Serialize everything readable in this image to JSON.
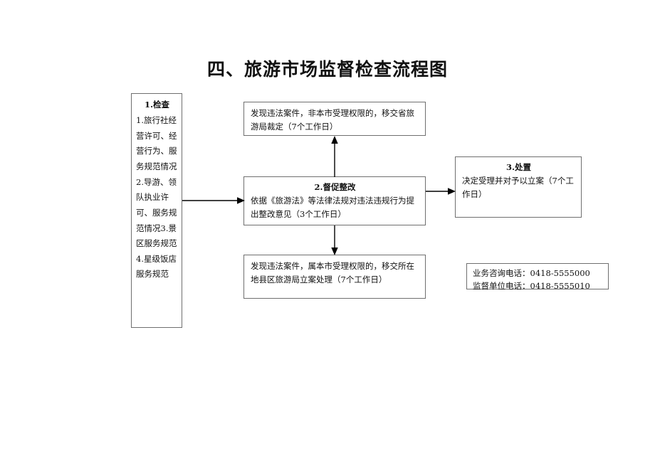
{
  "title": "四、旅游市场监督检查流程图",
  "nodes": {
    "inspect": {
      "head": "1.检查",
      "body": "1.旅行社经营许可、经营行为、服务规范情况2.导游、领队执业许可、服务规范情况3.景区服务规范4.星级饭店服务规范"
    },
    "transfer_province": {
      "body": "发现违法案件，非本市受理权限的，移交省旅游局裁定（7个工作日）"
    },
    "rectify": {
      "head": "2.督促整改",
      "body": "依据《旅游法》等法律法规对违法违规行为提出整改意见（3个工作日）"
    },
    "transfer_local": {
      "body": "发现违法案件，属本市受理权限的，移交所在地县区旅游局立案处理（7个工作日）"
    },
    "disposal": {
      "head": "3.处置",
      "body": "决定受理并对予以立案（7个工作日）"
    },
    "contact": {
      "line1": "业务咨询电话：0418-5555000",
      "line2": "监督单位电话：0418-5555010"
    }
  },
  "arrows": {
    "inspect_to_rectify": "arrow-right",
    "rectify_to_transfer_province": "arrow-up",
    "rectify_to_transfer_local": "arrow-down",
    "rectify_to_disposal": "arrow-right"
  },
  "colors": {
    "box_border": "#6f6f6f",
    "arrow": "#000000",
    "text": "#111111",
    "background": "#ffffff"
  }
}
